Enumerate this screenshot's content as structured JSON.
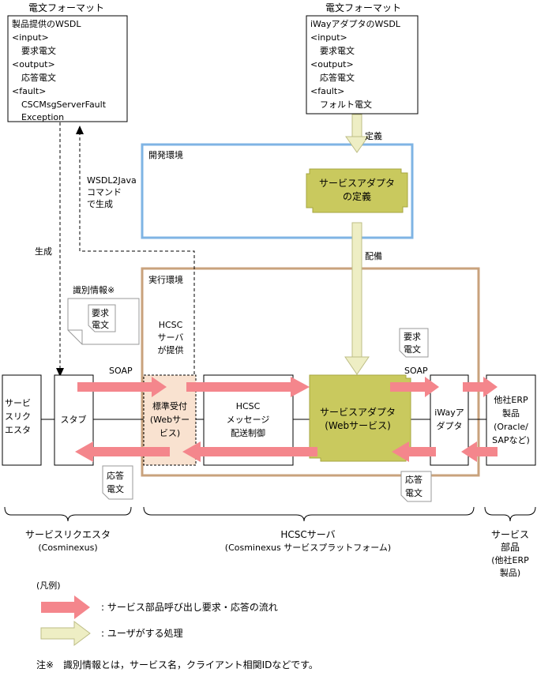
{
  "wsdl_left": {
    "header": "電文フォーマット",
    "lines": [
      "製品提供のWSDL",
      "<input>",
      "要求電文",
      "<output>",
      "応答電文",
      "<fault>",
      "CSCMsgServerFault",
      "Exception"
    ]
  },
  "wsdl_right": {
    "header": "電文フォーマット",
    "lines": [
      "iWayアダプタのWSDL",
      "<input>",
      "要求電文",
      "<output>",
      "応答電文",
      "<fault>",
      "フォルト電文"
    ]
  },
  "labels": {
    "teigi": "定義",
    "haibi": "配備",
    "seisei": "生成",
    "wsdl2java": [
      "WSDL2Java",
      "コマンド",
      "で生成"
    ],
    "dev_env": "開発環境",
    "exec_env": "実行環境",
    "adapter_def": [
      "サービスアダプタ",
      "の定義"
    ],
    "shikibetsu": "識別情報※",
    "hcsc_provided": [
      "HCSC",
      "サーバ",
      "が提供"
    ],
    "soap_left": "SOAP",
    "soap_right": "SOAP"
  },
  "docs": {
    "req_left": [
      "要求",
      "電文"
    ],
    "req_right": [
      "要求",
      "電文"
    ],
    "res_left": [
      "応答",
      "電文"
    ],
    "res_right": [
      "応答",
      "電文"
    ]
  },
  "boxes": {
    "requester": [
      "サービ",
      "スリク",
      "エスタ"
    ],
    "stub": "スタブ",
    "std_receiver": [
      "標準受付",
      "(Webサー",
      "ビス)"
    ],
    "hcsc_msg": [
      "HCSC",
      "メッセージ",
      "配送制御"
    ],
    "adapter": [
      "サービスアダプタ",
      "(Webサービス)"
    ],
    "iway": [
      "iWayア",
      "ダプタ"
    ],
    "erp": [
      "他社ERP",
      "製品",
      "(Oracle/",
      "SAPなど)"
    ]
  },
  "groups": {
    "requester": [
      "サービスリクエスタ",
      "(Cosminexus)"
    ],
    "server": [
      "HCSCサーバ",
      "(Cosminexus サービスプラットフォーム)"
    ],
    "parts": [
      "サービス",
      "部品",
      "(他社ERP",
      "製品)"
    ]
  },
  "legend": {
    "title": "(凡例)",
    "pink": ": サービス部品呼び出し要求・応答の流れ",
    "cream": ": ユーザがする処理"
  },
  "note": "注※　識別情報とは，サービス名，クライアント相関IDなどです。",
  "colors": {
    "pink_arrow": "#f4868c",
    "cream_arrow": "#eeeec4",
    "cream_stroke": "#bdbd86",
    "dev_border": "#7fb4e4",
    "exec_border": "#c9a27c",
    "adapter_fill": "#c9c95e",
    "receiver_fill": "#f9e2d0"
  }
}
